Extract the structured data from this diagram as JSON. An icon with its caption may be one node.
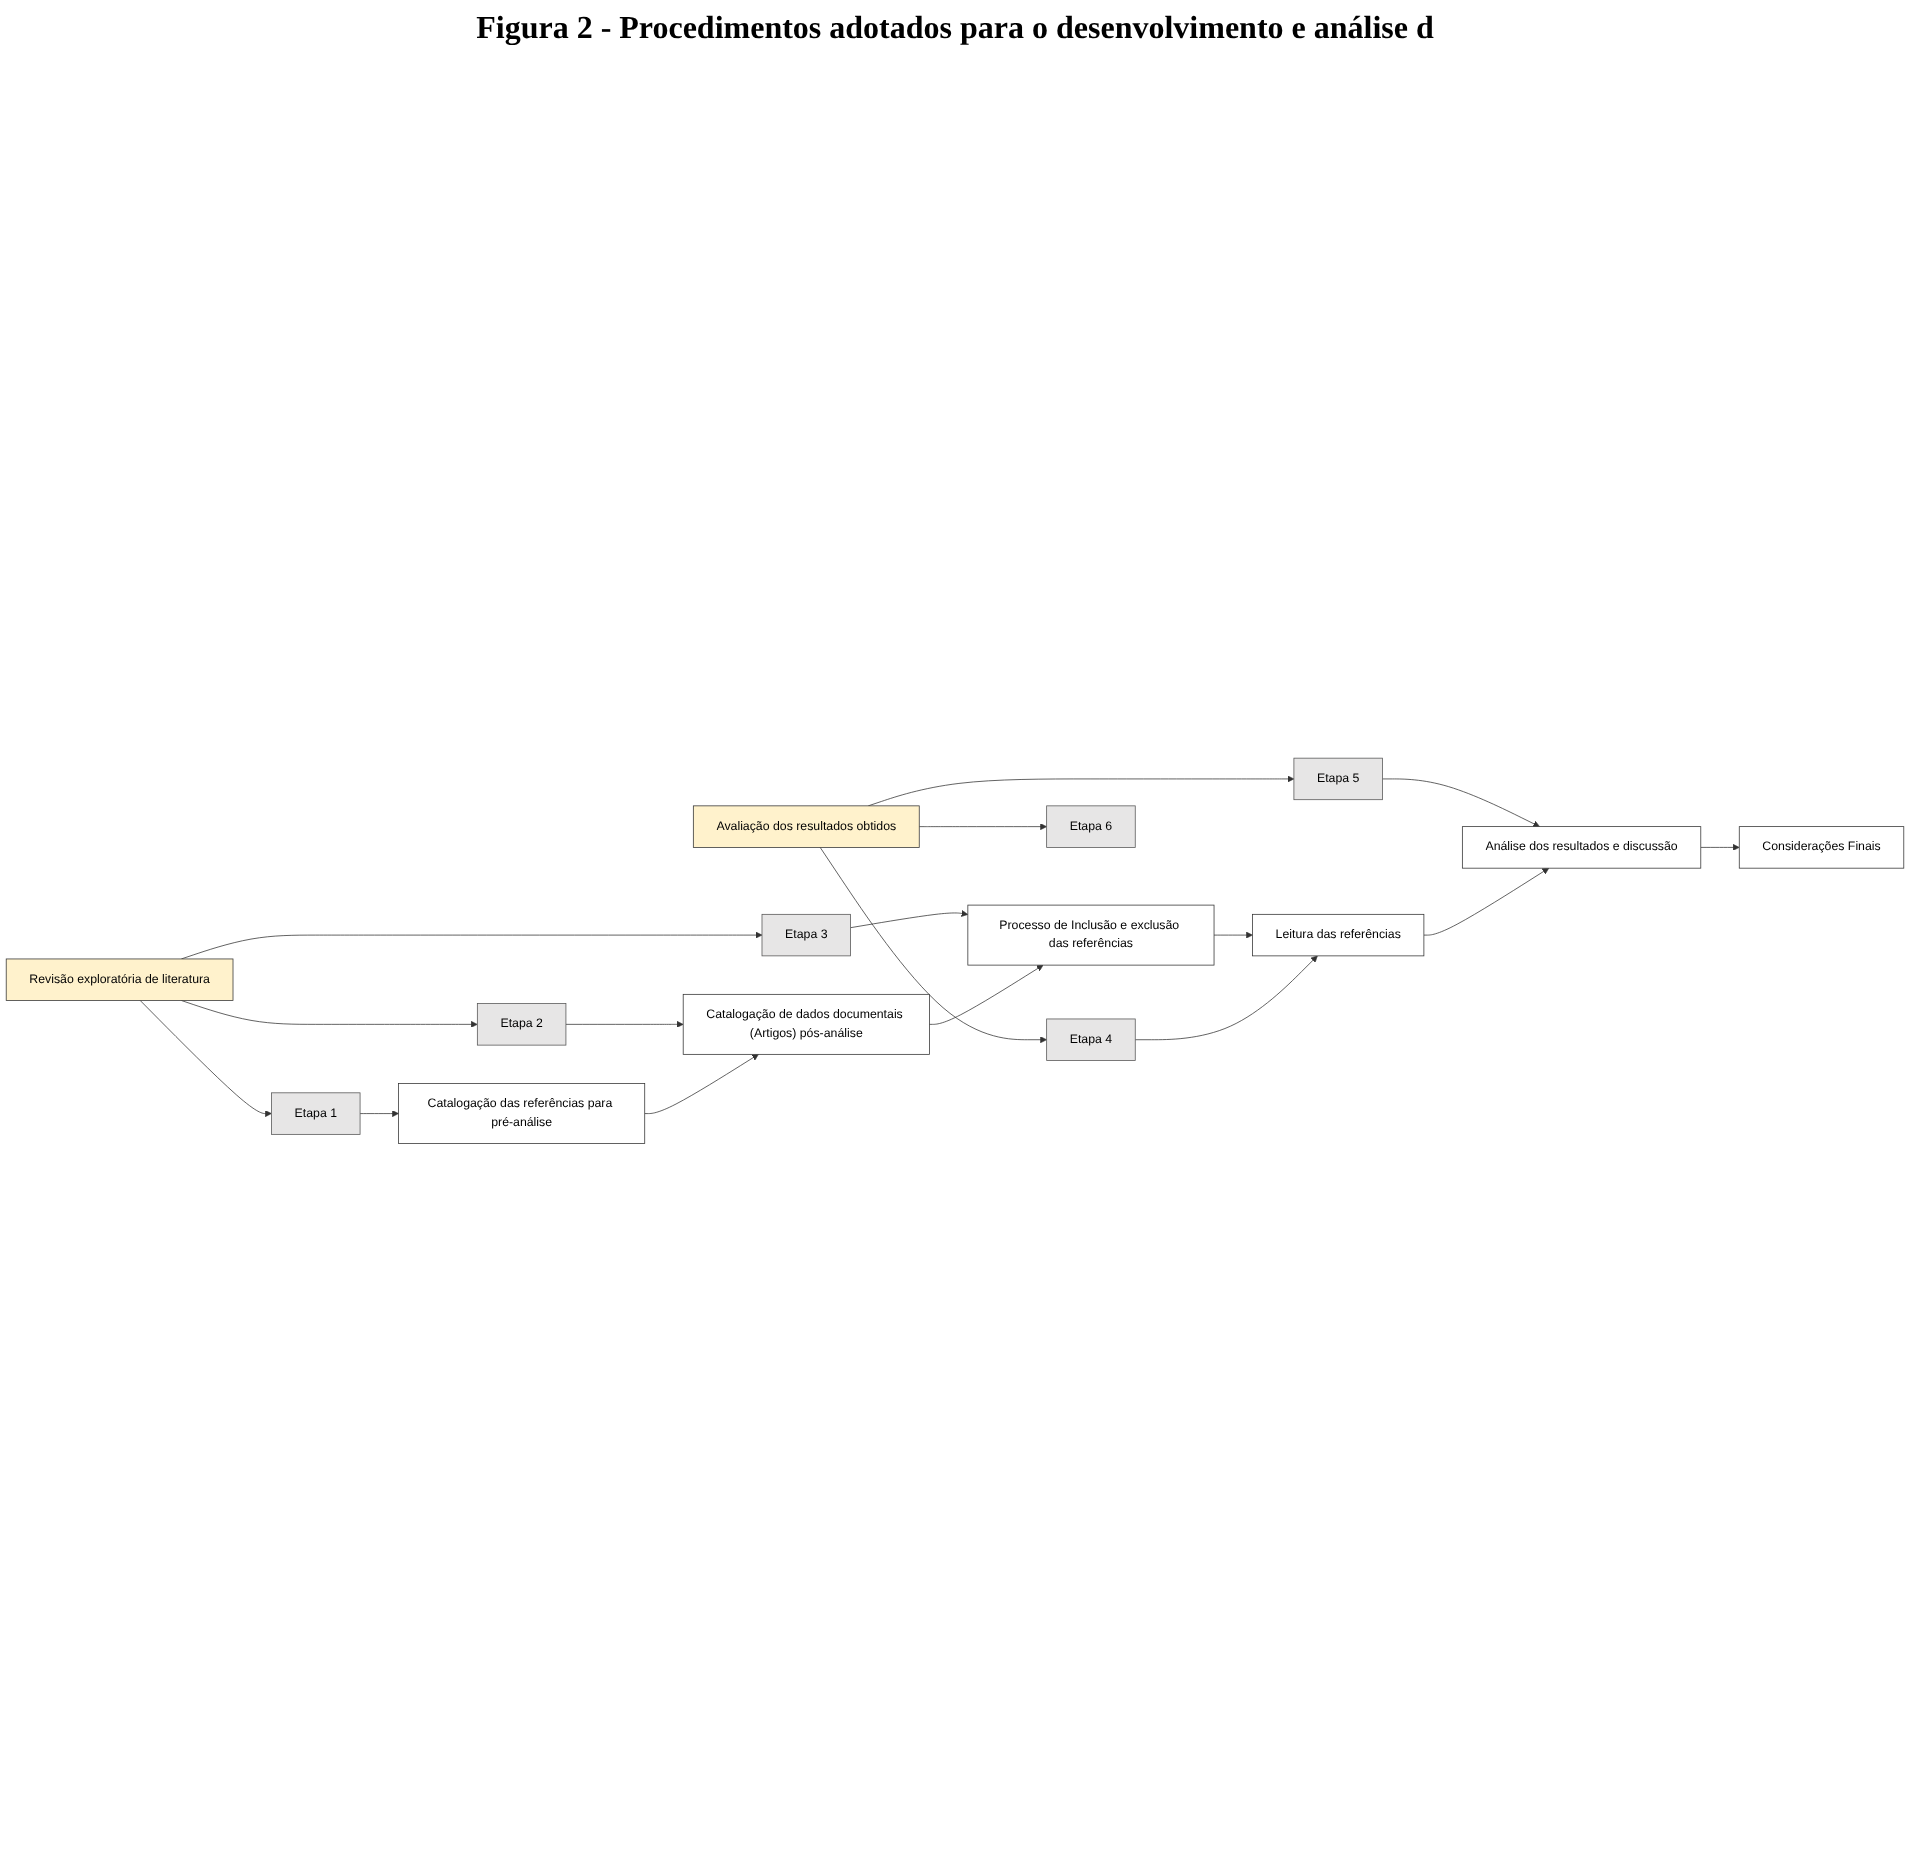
{
  "diagram": {
    "title": "Figura 2 - Procedimentos adotados para o desenvolvimento e análise d",
    "nodes": [
      {
        "text": [
          "Revisão exploratória de literatura"
        ]
      },
      {
        "text": [
          "Etapa 1"
        ]
      },
      {
        "text": [
          "Etapa 2"
        ]
      },
      {
        "text": [
          "Etapa 3"
        ]
      },
      {
        "text": [
          "Avaliação dos resultados obtidos"
        ]
      },
      {
        "text": [
          "Etapa 4"
        ]
      },
      {
        "text": [
          "Etapa 5"
        ]
      },
      {
        "text": [
          "Etapa 6"
        ]
      },
      {
        "text": [
          "Catalogação das referências para pré-análise"
        ]
      },
      {
        "text": [
          "Catalogação de dados documentais (Artigos) pós-análise"
        ]
      },
      {
        "text": [
          "Processo de Inclusão e exclusão das referências"
        ]
      },
      {
        "text": [
          "Leitura das referências"
        ]
      },
      {
        "text": [
          "Análise dos resultados e discussão"
        ]
      },
      {
        "text": [
          "Considerações Finais"
        ]
      }
    ],
    "edges": [
      {
        "from": 0,
        "to": 1,
        "arrow": "to"
      },
      {
        "from": 0,
        "to": 2,
        "arrow": "to"
      },
      {
        "from": 0,
        "to": 3,
        "arrow": "to"
      },
      {
        "from": 1,
        "to": 8,
        "arrow": "to"
      },
      {
        "from": 2,
        "to": 9,
        "arrow": "to"
      },
      {
        "from": 3,
        "to": 10,
        "arrow": "to"
      },
      {
        "from": 8,
        "to": 9,
        "arrow": "to"
      },
      {
        "from": 9,
        "to": 10,
        "arrow": "to"
      },
      {
        "from": 10,
        "to": 11,
        "arrow": "to"
      },
      {
        "from": 4,
        "to": 5,
        "arrow": "to"
      },
      {
        "from": 4,
        "to": 6,
        "arrow": "to"
      },
      {
        "from": 4,
        "to": 7,
        "arrow": "to"
      },
      {
        "from": 5,
        "to": 11,
        "arrow": "to"
      },
      {
        "from": 6,
        "to": 12,
        "arrow": "to"
      },
      {
        "from": 11,
        "to": 12,
        "arrow": "to"
      },
      {
        "from": 12,
        "to": 13,
        "arrow": "to"
      }
    ]
  }
}
